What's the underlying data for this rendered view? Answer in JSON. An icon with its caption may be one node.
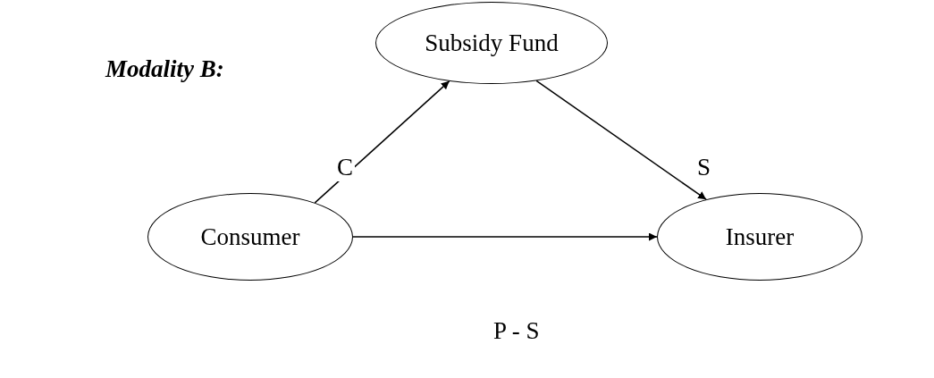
{
  "diagram": {
    "title": "Modality B:",
    "nodes": [
      {
        "text": [
          "Subsidy Fund"
        ]
      },
      {
        "text": [
          "Consumer"
        ]
      },
      {
        "text": [
          "Insurer"
        ]
      }
    ],
    "edges": [
      {
        "from": 1,
        "to": 0,
        "arrow": "to",
        "label": "C"
      },
      {
        "from": 0,
        "to": 2,
        "arrow": "to",
        "label": "S"
      },
      {
        "from": 1,
        "to": 2,
        "arrow": "to",
        "label": "P - S"
      }
    ]
  }
}
